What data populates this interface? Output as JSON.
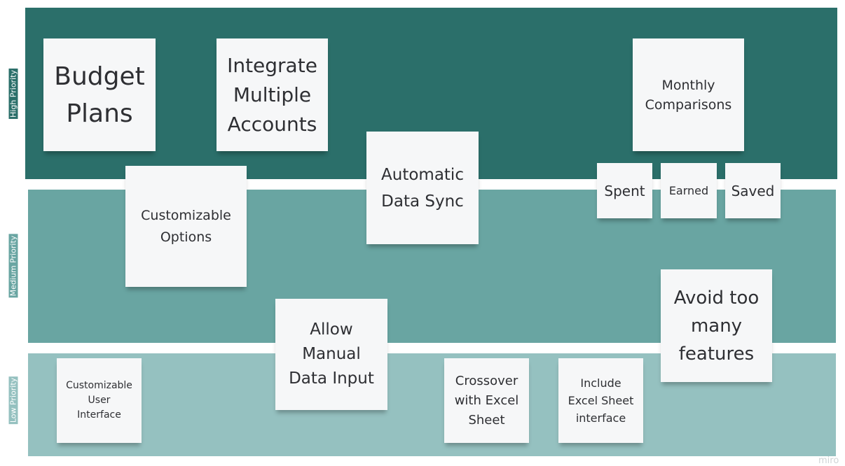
{
  "bands": {
    "high": {
      "label": "High Priority",
      "color": "#2b6f6a"
    },
    "medium": {
      "label": "Medium Priority",
      "color": "#69a5a2"
    },
    "low": {
      "label": "Low Priority",
      "color": "#95c1c0"
    }
  },
  "notes": {
    "budget": "Budget\nPlans",
    "integrate": "Integrate\nMultiple\nAccounts",
    "monthly": "Monthly\nComparisons",
    "sync": "Automatic\nData Sync",
    "custopts": "Customizable\nOptions",
    "spent": "Spent",
    "earned": "Earned",
    "saved": "Saved",
    "avoid": "Avoid too\nmany\nfeatures",
    "manual": "Allow\nManual\nData Input",
    "custui": "Customizable\nUser\nInterface",
    "crossover": "Crossover\nwith Excel\nSheet",
    "include": "Include\nExcel Sheet\ninterface"
  },
  "colors": {
    "note_bg": "#f6f7f8",
    "note_text": "#2e2f33"
  },
  "watermark": "miro"
}
